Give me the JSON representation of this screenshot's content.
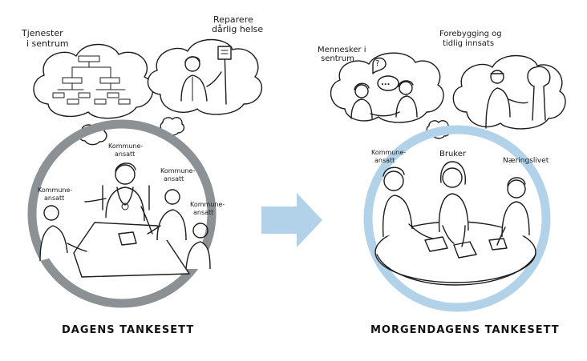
{
  "colors": {
    "today_ring": "#8c9196",
    "tomorrow_ring": "#b2d2ea",
    "arrow": "#b2d2ea",
    "ink": "#1c1c1c",
    "background": "#ffffff"
  },
  "left_scene": {
    "caption": "DAGENS TANKESETT",
    "thought_services": {
      "line1": "Tjenester",
      "line2": "i sentrum"
    },
    "thought_repair": {
      "line1": "Reparere",
      "line2": "dårlig helse"
    },
    "label_top": {
      "line1": "Kommune-",
      "line2": "ansatt"
    },
    "label_left": {
      "line1": "Kommune-",
      "line2": "ansatt"
    },
    "label_right1": {
      "line1": "Kommune-",
      "line2": "ansatt"
    },
    "label_right2": {
      "line1": "Kommune-",
      "line2": "ansatt"
    }
  },
  "right_scene": {
    "caption": "MORGENDAGENS TANKESETT",
    "thought_people": {
      "line1": "Mennesker i",
      "line2": "sentrum",
      "bubble_mark": "?",
      "dots": "..."
    },
    "thought_prevention": {
      "line1": "Forebygging og",
      "line2": "tidlig innsats"
    },
    "label_left": {
      "line1": "Kommune-",
      "line2": "ansatt"
    },
    "label_center": "Bruker",
    "label_right": "Næringslivet"
  },
  "arrow_icon": "right-arrow-icon"
}
